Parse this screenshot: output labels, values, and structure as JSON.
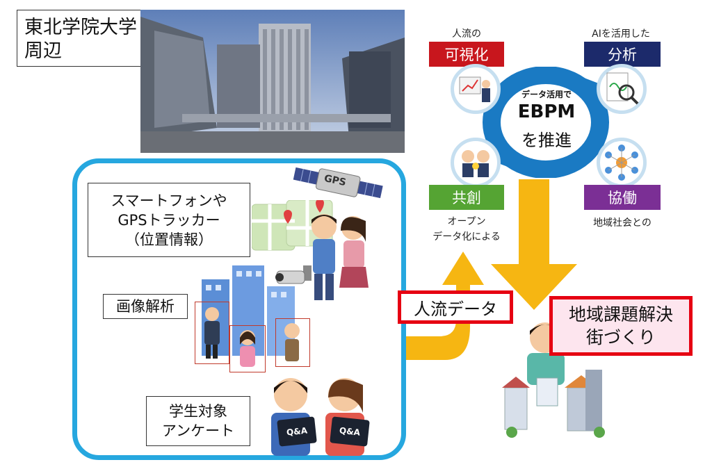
{
  "title_box": {
    "line1": "東北学院大学",
    "line2": "周辺"
  },
  "sources": {
    "smartphone": {
      "line1": "スマートフォンや",
      "line2": "GPSトラッカー",
      "line3": "（位置情報）"
    },
    "gps_badge": "GPS",
    "image_analysis": "画像解析",
    "survey": {
      "line1": "学生対象",
      "line2": "アンケート"
    },
    "qa_label": "Q&A"
  },
  "flow_label": "人流データ",
  "ebpm": {
    "line1": "データ活用で",
    "line2": "EBPM",
    "line3": "を推進"
  },
  "steps": {
    "visualize": {
      "caption": "人流の",
      "label": "可視化",
      "color": "#c8161d"
    },
    "analyze": {
      "caption": "AIを活用した",
      "label": "分析",
      "color": "#1c2a6b"
    },
    "cocreate": {
      "caption_line1": "オープン",
      "caption_line2": "データ化による",
      "label": "共創",
      "color": "#55a433"
    },
    "collaborate": {
      "caption": "地域社会との",
      "label": "協働",
      "color": "#7b2f95"
    }
  },
  "outcome": {
    "line1": "地域課題解決",
    "line2": "街づくり"
  },
  "colors": {
    "frame_blue": "#26a7df",
    "arrow_yellow": "#f6b612",
    "cycle_blue": "#1a7ac3",
    "highlight_red": "#e60012"
  }
}
